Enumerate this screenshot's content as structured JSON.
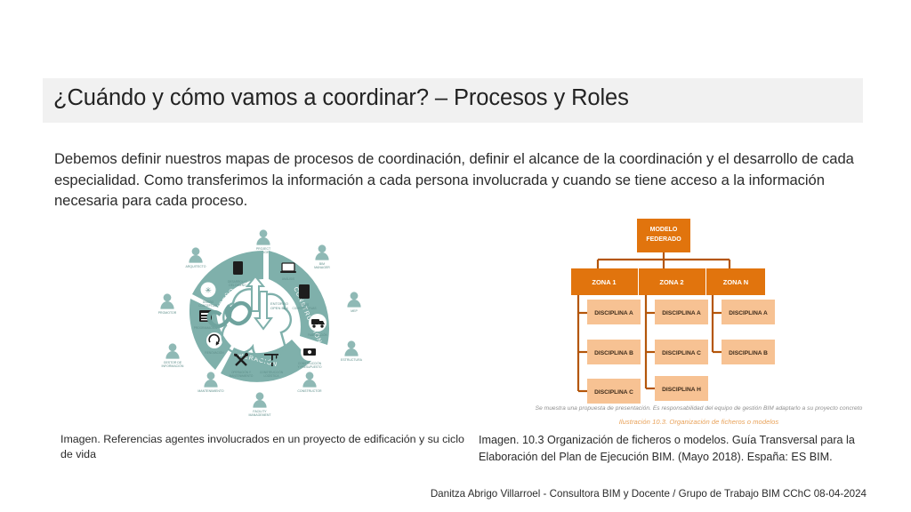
{
  "slide": {
    "title": "¿Cuándo y cómo vamos a coordinar? – Procesos y Roles",
    "body": "Debemos definir nuestros mapas de procesos de coordinación, definir el alcance de la coordinación y el desarrollo de cada especialidad. Como transferimos la información a cada persona involucrada y cuando se tiene acceso a la información necesaria para cada proceso.",
    "footer": "Danitza Abrigo Villarroel - Consultora BIM y Docente / Grupo de Trabajo BIM CChC 08-04-2024"
  },
  "colors": {
    "header_band": "#f1f1f1",
    "orange_dark": "#e1740d",
    "orange_light": "#f7c293",
    "connector": "#b4560a",
    "teal": "#6fa39e",
    "teal_dark": "#5f8f8b",
    "caption_orange": "#e8a158",
    "text": "#2b2b2b"
  },
  "figures": {
    "wheel": {
      "center_label_line1": "ENTORNO",
      "center_label_line2": "OPEN BIM",
      "phases": [
        {
          "name": "DISEÑO"
        },
        {
          "name": "CONSTRUCCIÓN"
        },
        {
          "name": "OPERACIÓN"
        }
      ],
      "activities": [
        {
          "label_line1": "DISEÑO",
          "label_line2": "CONCEPTUAL",
          "icon": "snowflake-icon"
        },
        {
          "label_line1": "DESARROLLO",
          "label_line2": "DEL DISEÑO",
          "icon": "building-icon"
        },
        {
          "label_line1": "ANÁLISIS",
          "label_line2": "",
          "icon": "laptop-icon"
        },
        {
          "label_line1": "FASES",
          "label_line2": "CONSTRUCTIVAS",
          "icon": "tower-icon"
        },
        {
          "label_line1": "FABRICACIÓN",
          "label_line2": "",
          "icon": "truck-icon"
        },
        {
          "label_line1": "CONSTRUCCIÓN",
          "label_line2": "Y PRESUPUESTO",
          "icon": "money-icon"
        },
        {
          "label_line1": "CONSTRUCCIÓN",
          "label_line2": "LOGÍSTICA",
          "icon": "crane-icon"
        },
        {
          "label_line1": "OPERACIÓN Y",
          "label_line2": "MANTENIMIENTO",
          "icon": "tools-icon"
        },
        {
          "label_line1": "RENOVACIÓN",
          "label_line2": "",
          "icon": "recycle-icon"
        },
        {
          "label_line1": "PROGRAMACIÓN",
          "label_line2": "",
          "icon": "calendar-icon"
        }
      ],
      "actors": [
        {
          "label_line1": "PROJECT",
          "label_line2": "MANAGER"
        },
        {
          "label_line1": "BIM",
          "label_line2": "MANAGER"
        },
        {
          "label_line1": "MEP",
          "label_line2": ""
        },
        {
          "label_line1": "ESTRUCTURA",
          "label_line2": ""
        },
        {
          "label_line1": "CONSTRUCTOR",
          "label_line2": ""
        },
        {
          "label_line1": "FACILITY",
          "label_line2": "MANAGEMENT"
        },
        {
          "label_line1": "MANTENIMIENTO",
          "label_line2": ""
        },
        {
          "label_line1": "GESTOR DE",
          "label_line2": "INFORMACIÓN"
        },
        {
          "label_line1": "PROMOTOR",
          "label_line2": ""
        },
        {
          "label_line1": "ARQUITECTO",
          "label_line2": ""
        }
      ]
    },
    "org_chart": {
      "root": {
        "line1": "MODELO",
        "line2": "FEDERADO"
      },
      "zones": [
        {
          "label": "ZONA 1",
          "disciplines": [
            "DISCIPLINA A",
            "DISCIPLINA B",
            "DISCIPLINA C"
          ]
        },
        {
          "label": "ZONA 2",
          "disciplines": [
            "DISCIPLINA A",
            "DISCIPLINA C",
            "DISCIPLINA H"
          ]
        },
        {
          "label": "ZONA N",
          "disciplines": [
            "DISCIPLINA A",
            "DISCIPLINA B"
          ]
        }
      ],
      "note": "Se muestra una propuesta de presentación. Es responsabilidad del equipo de gestión BIM adaptarlo a su proyecto concreto",
      "figure_caption": "Ilustración 10.3. Organización de ficheros o modelos"
    }
  },
  "captions": {
    "left": "Imagen. Referencias agentes involucrados en un proyecto de edificación y su ciclo de vida",
    "right": "Imagen. 10.3 Organización de ficheros o modelos. Guía Transversal para la Elaboración del Plan de Ejecución BIM. (Mayo 2018). España: ES BIM."
  }
}
